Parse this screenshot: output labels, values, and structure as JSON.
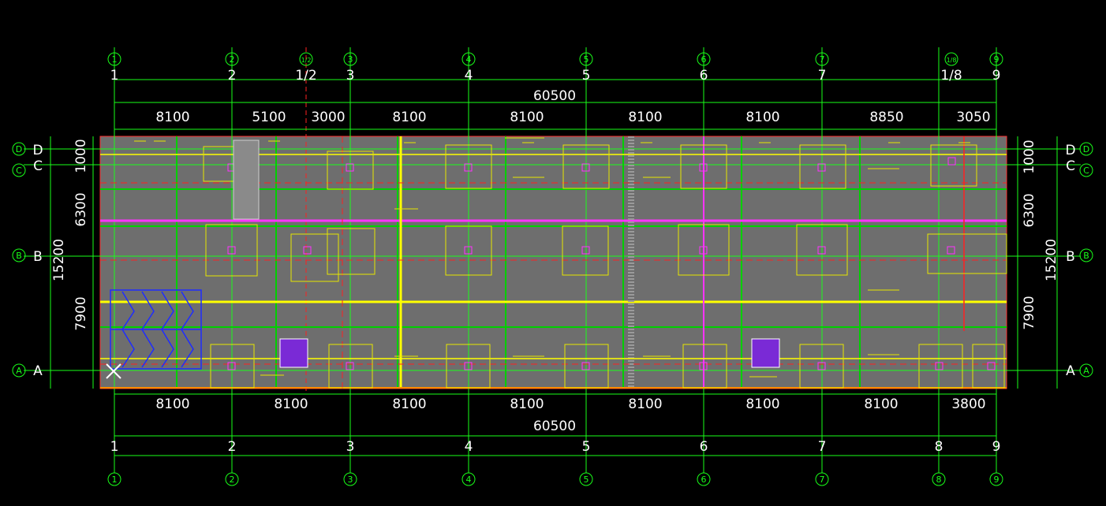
{
  "colors": {
    "background": "#000000",
    "slab": "#6e6e6e",
    "grid_line": "#19ff19",
    "beam": "#ffff00",
    "wall": "#00c800",
    "magenta": "#ff33ff",
    "red": "#ff2020",
    "orange": "#ff8c00",
    "stair": "#1e2cff",
    "hatch": "#7a2ad6",
    "text": "#ffffff"
  },
  "top": {
    "axis_bubbles": [
      "1",
      "2",
      "1/2",
      "3",
      "4",
      "5",
      "6",
      "7",
      "1/8",
      "9"
    ],
    "axis_labels": [
      "1",
      "2",
      "1/2",
      "3",
      "4",
      "5",
      "6",
      "7",
      "1/8",
      "9"
    ],
    "total": "60500",
    "spans": [
      "8100",
      "5100",
      "3000",
      "8100",
      "8100",
      "8100",
      "8100",
      "8850",
      "3050"
    ]
  },
  "bottom": {
    "axis_bubbles": [
      "1",
      "2",
      "3",
      "4",
      "5",
      "6",
      "7",
      "8",
      "9"
    ],
    "axis_labels": [
      "1",
      "2",
      "3",
      "4",
      "5",
      "6",
      "7",
      "8",
      "9"
    ],
    "total": "60500",
    "spans": [
      "8100",
      "8100",
      "8100",
      "8100",
      "8100",
      "8100",
      "8100",
      "3800"
    ]
  },
  "left": {
    "row_bubbles": [
      "D",
      "C",
      "B",
      "A"
    ],
    "row_labels": [
      "D",
      "C",
      "B",
      "A"
    ],
    "spans": [
      "1000",
      "6300",
      "7900"
    ],
    "total": "15200"
  },
  "right": {
    "row_bubbles": [
      "D",
      "C",
      "B",
      "A"
    ],
    "row_labels": [
      "D",
      "C",
      "B",
      "A"
    ],
    "spans": [
      "1000",
      "6300",
      "7900"
    ],
    "total": "15200"
  }
}
